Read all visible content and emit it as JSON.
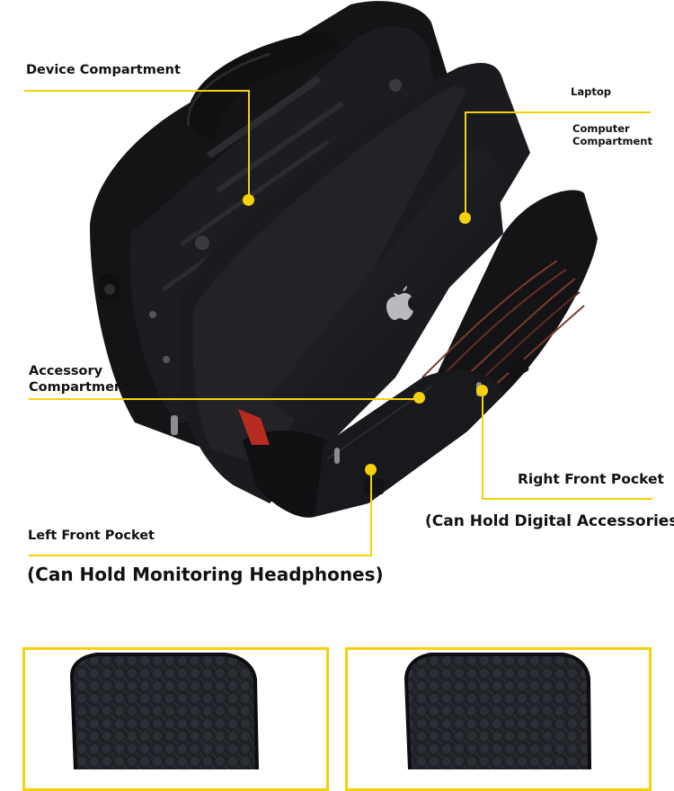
{
  "labels": {
    "device_compartment": "Device Compartment",
    "laptop": "Laptop",
    "computer_compartment_line1": "Computer",
    "computer_compartment_line2": "Compartment",
    "accessory_compartment_line1": "Accessory",
    "accessory_compartment_line2": "Compartment",
    "right_front_pocket": "Right Front Pocket",
    "right_front_pocket_note": "(Can Hold Digital Accessories)",
    "left_front_pocket": "Left Front Pocket",
    "left_front_pocket_note": "(Can Hold Monitoring Headphones)"
  },
  "colors": {
    "accent": "#f5d10a",
    "bag": "#17171a",
    "text": "#111111"
  },
  "icons": {
    "laptop_logo": "apple-logo-icon"
  }
}
